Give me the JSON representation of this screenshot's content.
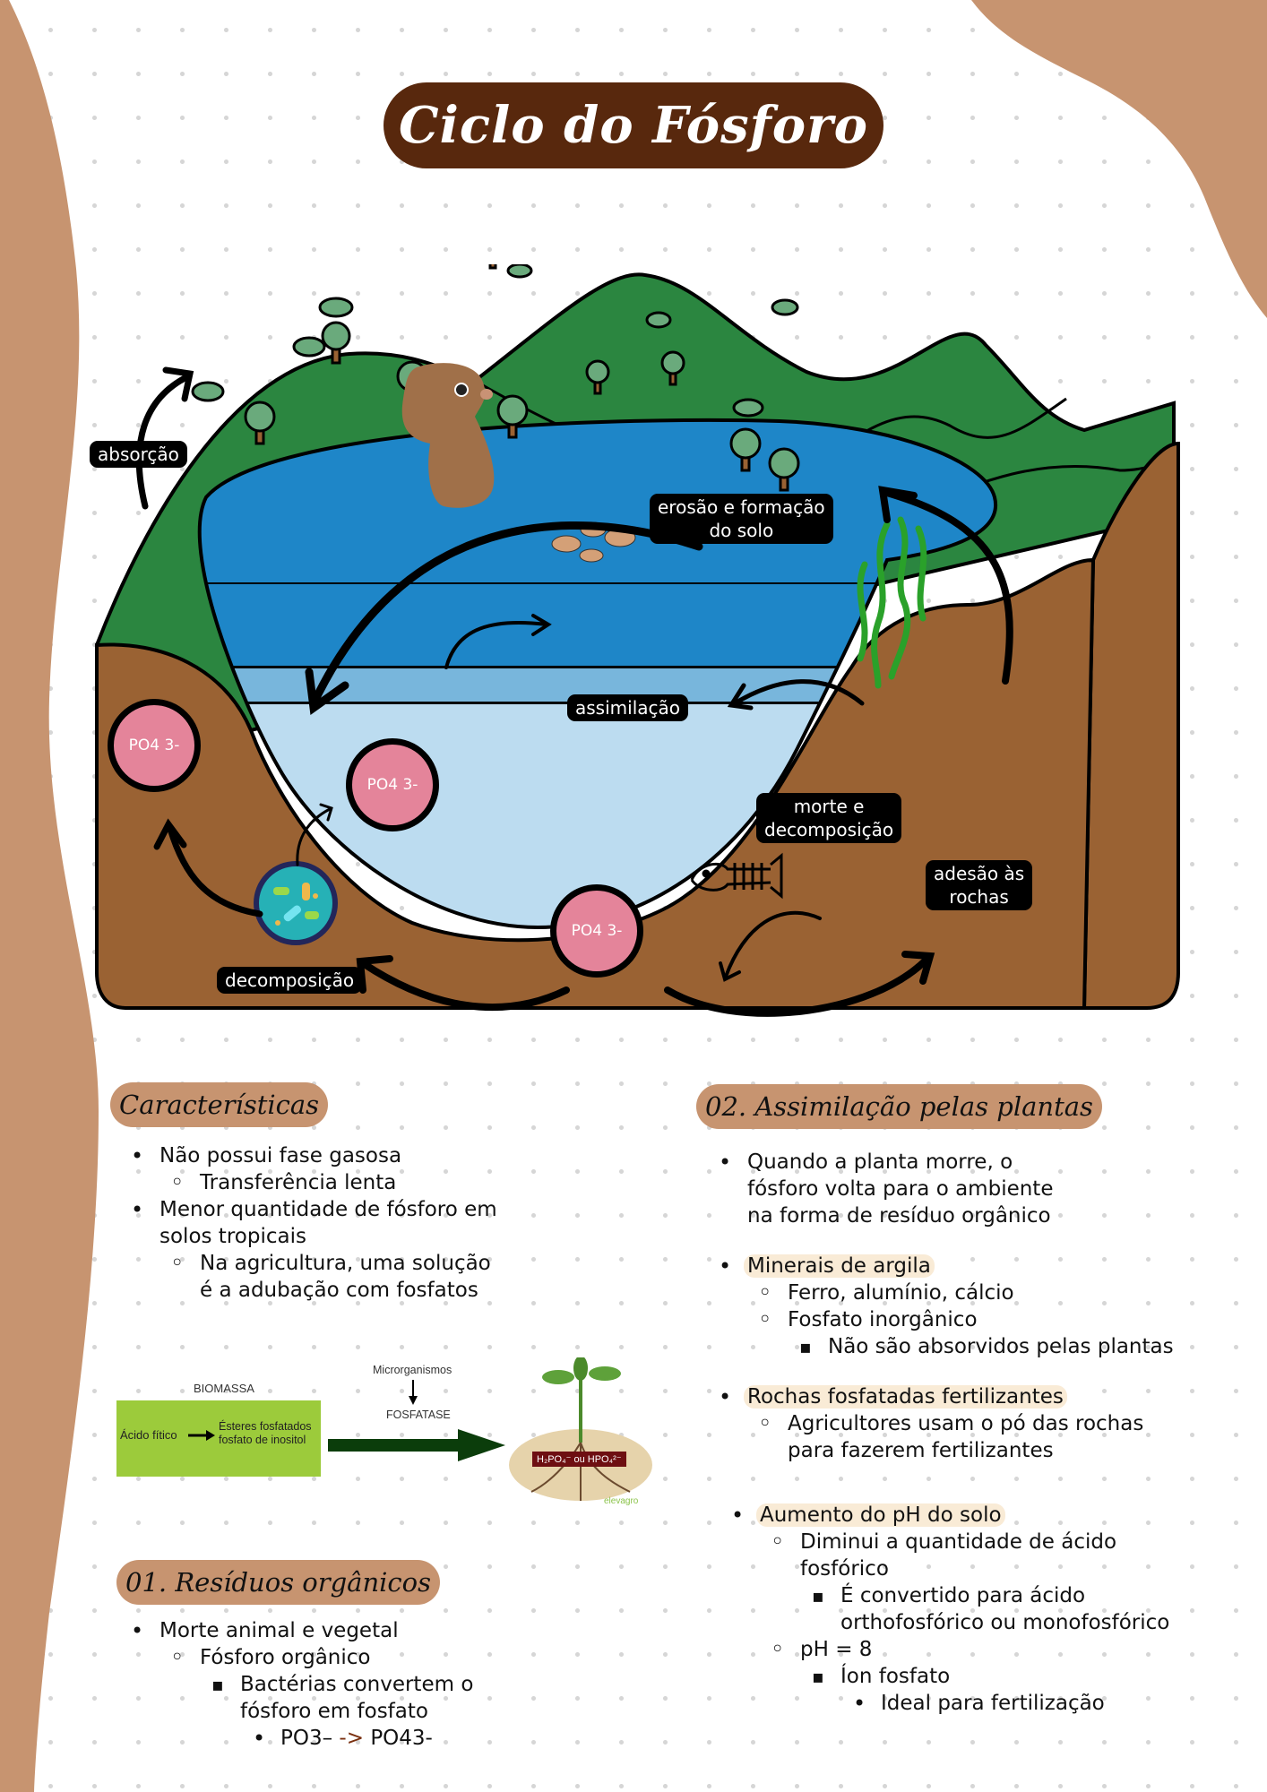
{
  "title": "Ciclo do Fósforo",
  "colors": {
    "accent_brown": "#c79470",
    "title_bg": "#58280d",
    "grass": "#2b8640",
    "soil": "#9a6233",
    "water_deep": "#1e86c8",
    "water_mid": "#78b6dc",
    "water_light": "#bcdcf0",
    "phosphate": "#e4849a",
    "highlight": "#f9ebd6"
  },
  "diagram": {
    "labels": {
      "absorcao": "absorção",
      "erosao": "erosão e formação\ndo solo",
      "assimilacao": "assimilação",
      "morte": "morte e\ndecomposição",
      "adesao": "adesão às\nrochas",
      "decomposicao": "decomposição"
    },
    "phosphate_nodes": [
      "PO4 3-",
      "PO4 3-",
      "PO4 3-"
    ],
    "icons": [
      "capybara-icon",
      "tree-icon",
      "bush-icon",
      "fish-school-icon",
      "seaweed-icon",
      "fish-skeleton-icon",
      "bacteria-icon"
    ]
  },
  "sections": {
    "caracteristicas": {
      "heading": "Características",
      "items": [
        {
          "level": 1,
          "text": "Não possui fase gasosa"
        },
        {
          "level": 2,
          "text": "Transferência lenta"
        },
        {
          "level": 1,
          "text": "Menor quantidade de fósforo em\nsolos tropicais"
        },
        {
          "level": 2,
          "text": "Na agricultura, uma solução\né a adubação com fosfatos"
        }
      ]
    },
    "figure": {
      "biomassa": "BIOMASSA",
      "acido": "Ácido fítico",
      "esteres": "Ésteres fosfatados\nfosfato de inositol",
      "microrganismos": "Microrganismos",
      "fosfatase": "FOSFATASE",
      "ions": "H₂PO₄⁻ ou HPO₄²⁻",
      "logo": "elevagro"
    },
    "residuos": {
      "heading": "01. Resíduos orgânicos",
      "items": [
        {
          "level": 1,
          "text": "Morte animal e vegetal"
        },
        {
          "level": 2,
          "text": "Fósforo orgânico"
        },
        {
          "level": 3,
          "text": "Bactérias convertem o\nfósforo em fosfato"
        }
      ],
      "formula": {
        "from": "PO3–",
        "arrow": "->",
        "to": "PO43-"
      }
    },
    "assimilacao": {
      "heading": "02. Assimilação pelas plantas",
      "p1": "Quando a planta morre, o\nfósforo volta para o ambiente\nna forma de resíduo orgânico",
      "argila": {
        "title": "Minerais de argila",
        "sub1": "Ferro, alumínio, cálcio",
        "sub2": "Fosfato inorgânico",
        "sub3": "Não são absorvidos pelas plantas"
      },
      "rochas": {
        "title": "Rochas fosfatadas fertilizantes",
        "sub1": "Agricultores usam o pó das rochas\npara fazerem fertilizantes"
      },
      "ph": {
        "title": "Aumento do pH do solo",
        "sub1": "Diminui a quantidade de ácido\nfosfórico",
        "sub1a": "É convertido para ácido\northofosfórico ou monofosfórico",
        "sub2": "pH = 8",
        "sub2a": "Íon fosfato",
        "sub2b": "Ideal para fertilização"
      }
    }
  }
}
